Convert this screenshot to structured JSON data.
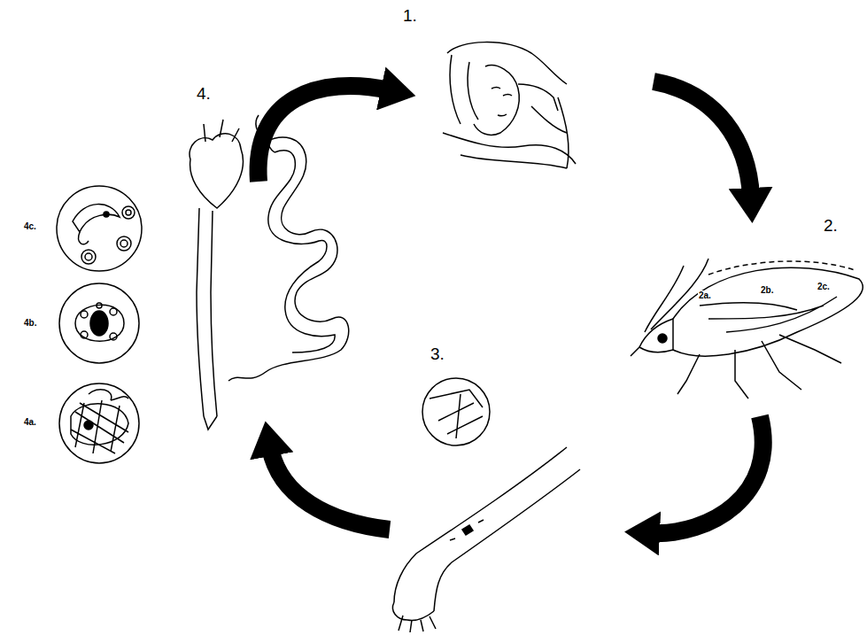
{
  "diagram": {
    "labels": [
      "1.",
      "2.",
      "2a.",
      "2b.",
      "2c.",
      "3.",
      "4.",
      "4c.",
      "4b.",
      "4a."
    ]
  }
}
